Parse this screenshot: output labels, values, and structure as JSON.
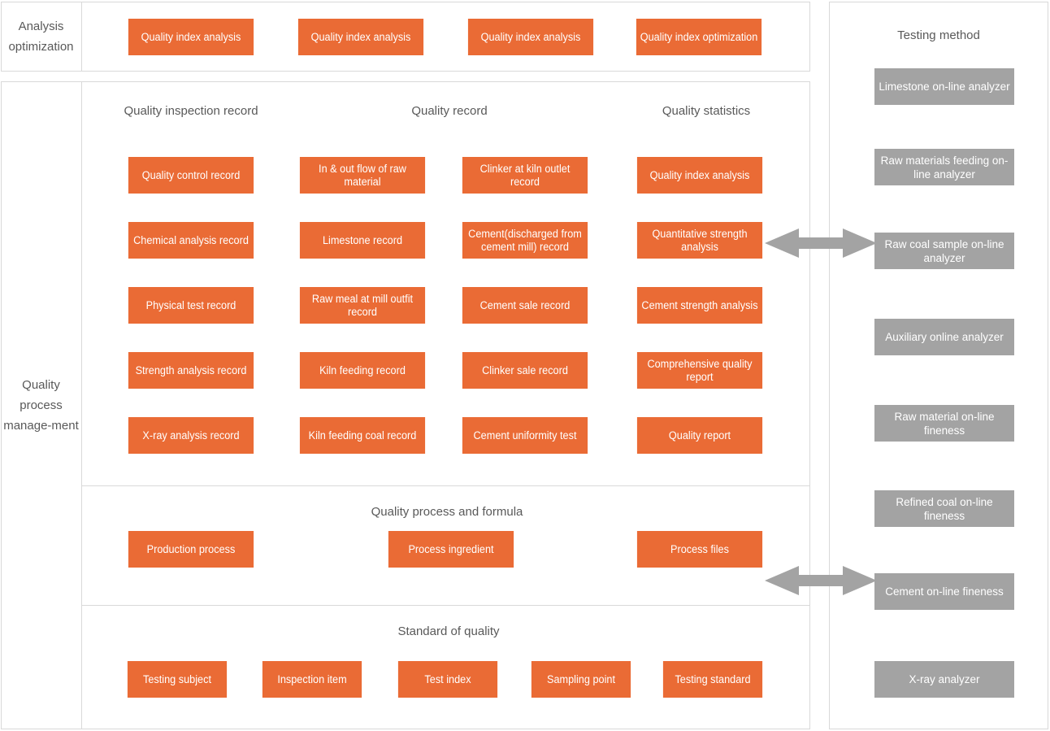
{
  "colors": {
    "orange": "#ea6b35",
    "gray": "#a3a3a3",
    "border": "#d9d9d9",
    "text": "#595959"
  },
  "left_labels": {
    "analysis_optimization": "Analysis optimization",
    "quality_process_management": "Quality process manage-ment"
  },
  "top_band": {
    "boxes": [
      {
        "label": "Quality index analysis"
      },
      {
        "label": "Quality index analysis"
      },
      {
        "label": "Quality index analysis"
      },
      {
        "label": "Quality index optimization"
      }
    ]
  },
  "records_section": {
    "captions": [
      {
        "text": "Quality inspection record"
      },
      {
        "text": "Quality record"
      },
      {
        "text": "Quality statistics"
      }
    ],
    "columns": [
      {
        "name": "Quality inspection record",
        "boxes": [
          {
            "label": "Quality control record"
          },
          {
            "label": "Chemical analysis record"
          },
          {
            "label": "Physical test record"
          },
          {
            "label": "Strength analysis record"
          },
          {
            "label": "X-ray analysis record"
          }
        ]
      },
      {
        "name": "Quality record A",
        "boxes": [
          {
            "label": "In & out flow of raw material"
          },
          {
            "label": "Limestone record"
          },
          {
            "label": "Raw meal at mill outfit record"
          },
          {
            "label": "Kiln feeding record"
          },
          {
            "label": "Kiln feeding coal record"
          }
        ]
      },
      {
        "name": "Quality record B",
        "boxes": [
          {
            "label": "Clinker at kiln outlet record"
          },
          {
            "label": "Cement(discharged from cement mill) record"
          },
          {
            "label": "Cement sale record"
          },
          {
            "label": "Clinker sale record"
          },
          {
            "label": "Cement uniformity test"
          }
        ]
      },
      {
        "name": "Quality statistics",
        "boxes": [
          {
            "label": "Quality index analysis"
          },
          {
            "label": "Quantitative strength analysis"
          },
          {
            "label": "Cement strength analysis"
          },
          {
            "label": "Comprehensive quality report"
          },
          {
            "label": "Quality report"
          }
        ]
      }
    ]
  },
  "process_section": {
    "caption": "Quality process and formula",
    "boxes": [
      {
        "label": "Production process"
      },
      {
        "label": "Process ingredient"
      },
      {
        "label": "Process files"
      }
    ]
  },
  "standard_section": {
    "caption": "Standard of quality",
    "boxes": [
      {
        "label": "Testing subject"
      },
      {
        "label": "Inspection item"
      },
      {
        "label": "Test index"
      },
      {
        "label": "Sampling point"
      },
      {
        "label": "Testing standard"
      }
    ]
  },
  "testing_method": {
    "caption": "Testing method",
    "boxes": [
      {
        "label": "Limestone  on-line analyzer"
      },
      {
        "label": "Raw materials feeding on-line analyzer"
      },
      {
        "label": "Raw coal sample on-line analyzer"
      },
      {
        "label": "Auxiliary online analyzer"
      },
      {
        "label": "Raw material on-line fineness"
      },
      {
        "label": "Refined coal on-line fineness"
      },
      {
        "label": "Cement on-line fineness"
      },
      {
        "label": "X-ray analyzer"
      }
    ]
  },
  "connectors": [
    {
      "name": "quantitative-strength-to-raw-coal-sample",
      "type": "double-arrow"
    },
    {
      "name": "process-files-to-cement-fineness",
      "type": "double-arrow"
    }
  ]
}
